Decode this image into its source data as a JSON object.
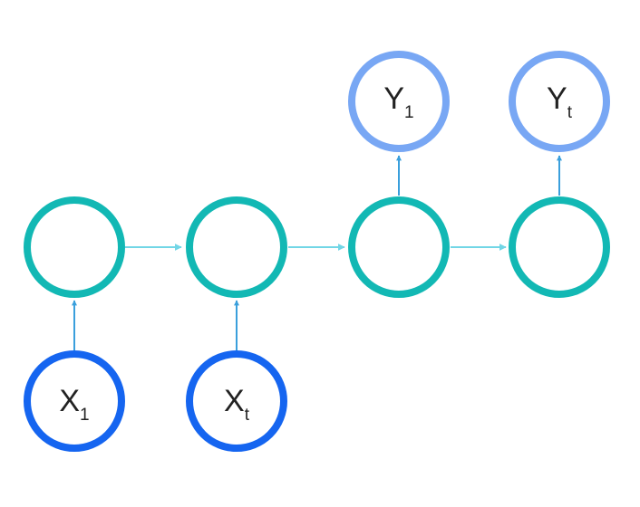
{
  "colors": {
    "input_ring": "#1565f0",
    "hidden_ring": "#12b8b4",
    "output_ring": "#78a7f4",
    "arrow_vertical": "#3a9fdc",
    "arrow_horizontal": "#72d6e6",
    "text": "#222222"
  },
  "diagram": {
    "inputs": [
      {
        "main": "X",
        "sub": "1"
      },
      {
        "main": "X",
        "sub": "t"
      }
    ],
    "outputs": [
      {
        "main": "Y",
        "sub": "1"
      },
      {
        "main": "Y",
        "sub": "t"
      }
    ],
    "hidden_count": 4
  }
}
